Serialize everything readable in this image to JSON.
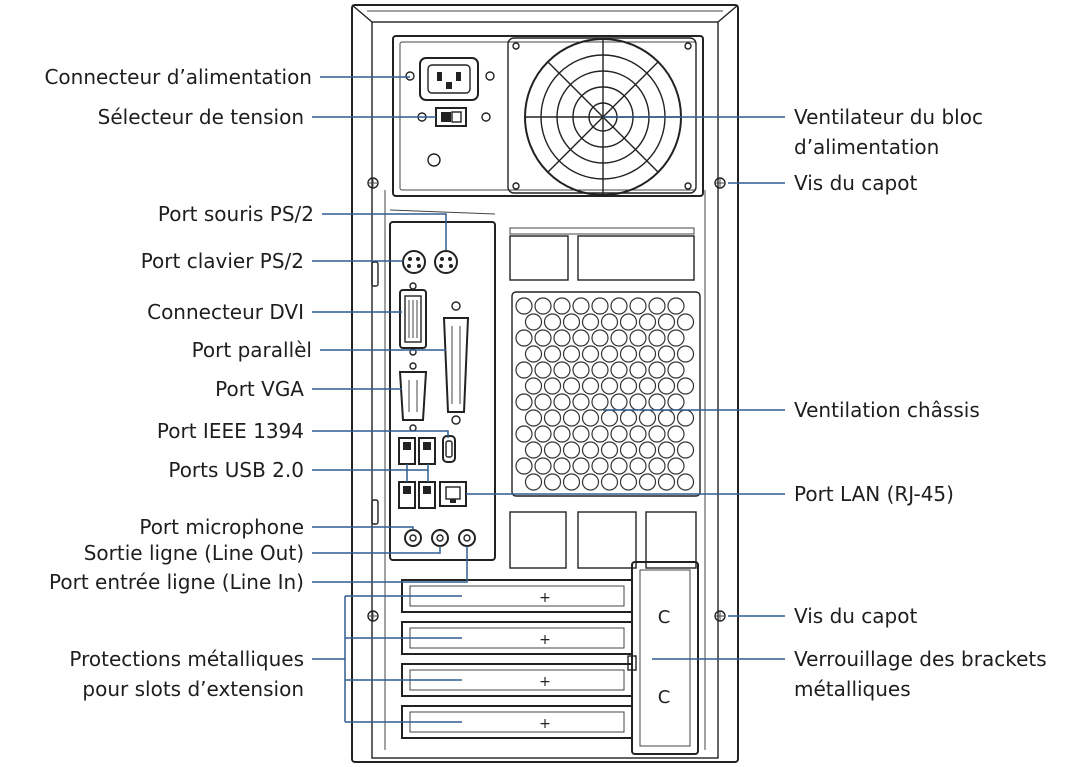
{
  "labels": {
    "power_connector": "Connecteur d’alimentation",
    "voltage_selector": "Sélecteur de tension",
    "ps2_mouse": "Port souris PS/2",
    "ps2_keyboard": "Port clavier PS/2",
    "dvi": "Connecteur DVI",
    "parallel": "Port parallèl",
    "vga": "Port VGA",
    "ieee1394": "Port IEEE 1394",
    "usb": "Ports USB 2.0",
    "microphone": "Port microphone",
    "line_out": "Sortie ligne (Line Out)",
    "line_in": "Port entrée ligne (Line In)",
    "slot_covers_1": "Protections métalliques",
    "slot_covers_2": "pour slots d’extension",
    "psu_fan_1": "Ventilateur du bloc",
    "psu_fan_2": "d’alimentation",
    "cover_screw_top": "Vis du capot",
    "chassis_vent": "Ventilation châssis",
    "lan": "Port LAN (RJ-45)",
    "cover_screw_bottom": "Vis du capot",
    "bracket_lock_1": "Verrouillage des brackets",
    "bracket_lock_2": "métalliques"
  },
  "colors": {
    "leader_line": "#2f5f8f",
    "outline": "#222222"
  }
}
